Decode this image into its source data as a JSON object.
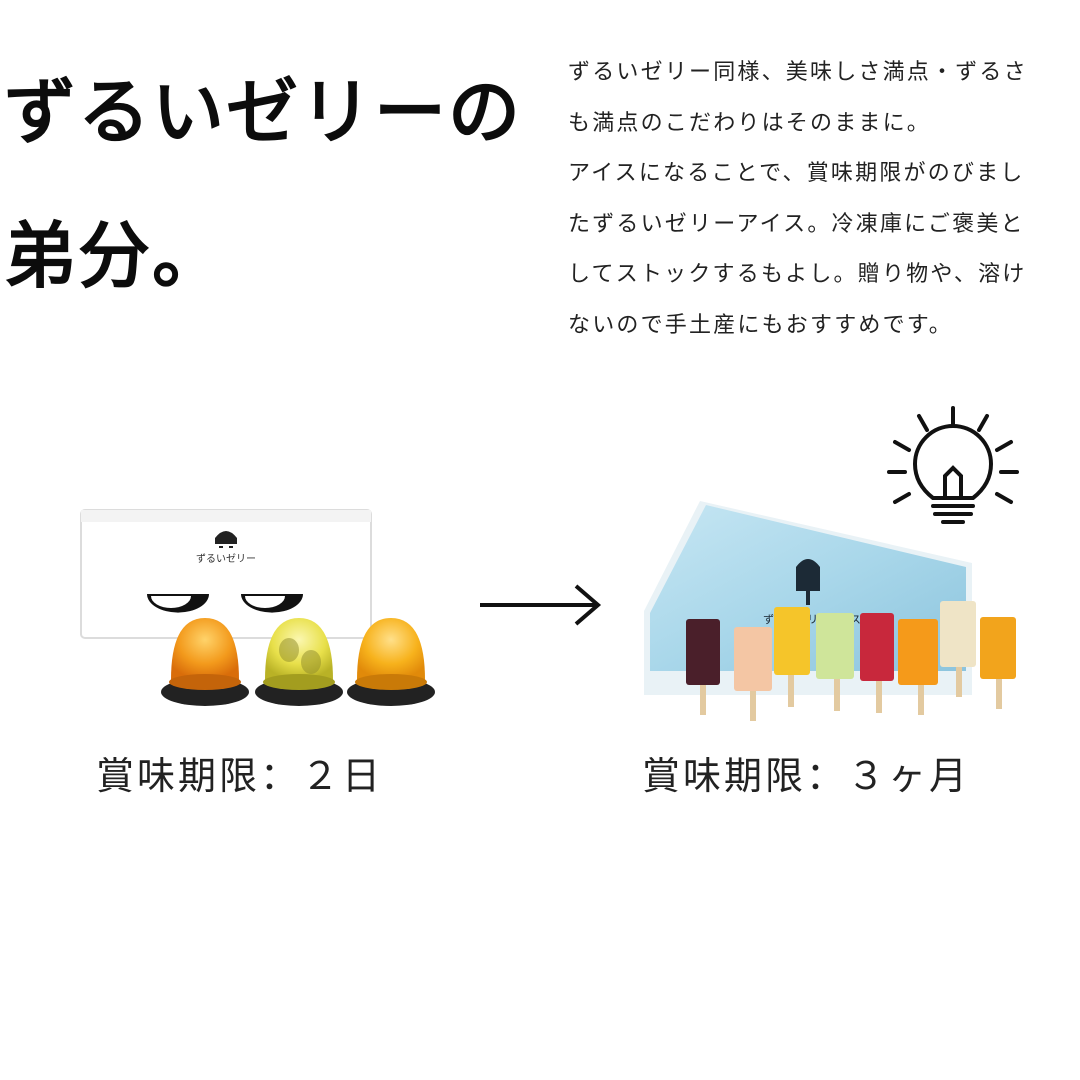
{
  "headline": {
    "line1": "ずるいゼリーの",
    "line2": "弟分。"
  },
  "body": {
    "lines": [
      "ずるいゼリー同様、美味しさ満点・ずるさ",
      "も満点のこだわりはそのままに。",
      "アイスになることで、賞味期限がのびまし",
      "たずるいゼリーアイス。冷凍庫にご褒美と",
      "してストックするもよし。贈り物や、溶け",
      "ないので手土産にもおすすめです。"
    ]
  },
  "left_product": {
    "box_label": "ずるいゼリー",
    "caption": "賞味期限：２日"
  },
  "right_product": {
    "box_label": "ずるいゼリーアイス",
    "caption": "賞味期限：３ヶ月"
  },
  "icons": [
    "lightbulb-icon",
    "arrow-right-icon"
  ],
  "colors": {
    "text": "#111111",
    "box_blue": "#a9d7ea",
    "jelly_orange": "#f39a1c",
    "jelly_yellow": "#e8e04a"
  }
}
